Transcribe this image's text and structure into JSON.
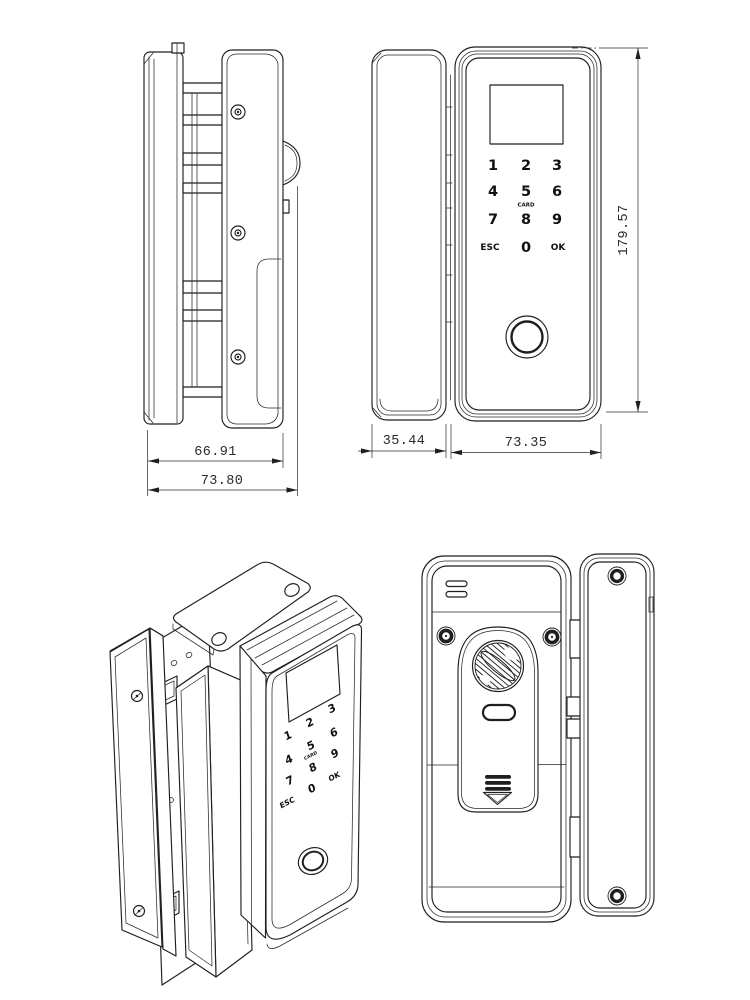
{
  "document": {
    "type": "technical drawing",
    "subject": "glass-door smart lock, four orthographic and isometric views",
    "background": "#ffffff",
    "line_color": "#1f1f1f",
    "text_color": "#2b2b2b"
  },
  "dimensions": {
    "side_body": "66.91",
    "side_total": "73.80",
    "strike_width": "35.44",
    "body_width": "73.35",
    "body_height": "179.57"
  },
  "keypad": {
    "d1": "1",
    "d2": "2",
    "d3": "3",
    "d4": "4",
    "d5": "5",
    "d6": "6",
    "d7": "7",
    "d8": "8",
    "d9": "9",
    "d0": "0",
    "esc": "ESC",
    "ok": "OK",
    "card": "CARD"
  }
}
